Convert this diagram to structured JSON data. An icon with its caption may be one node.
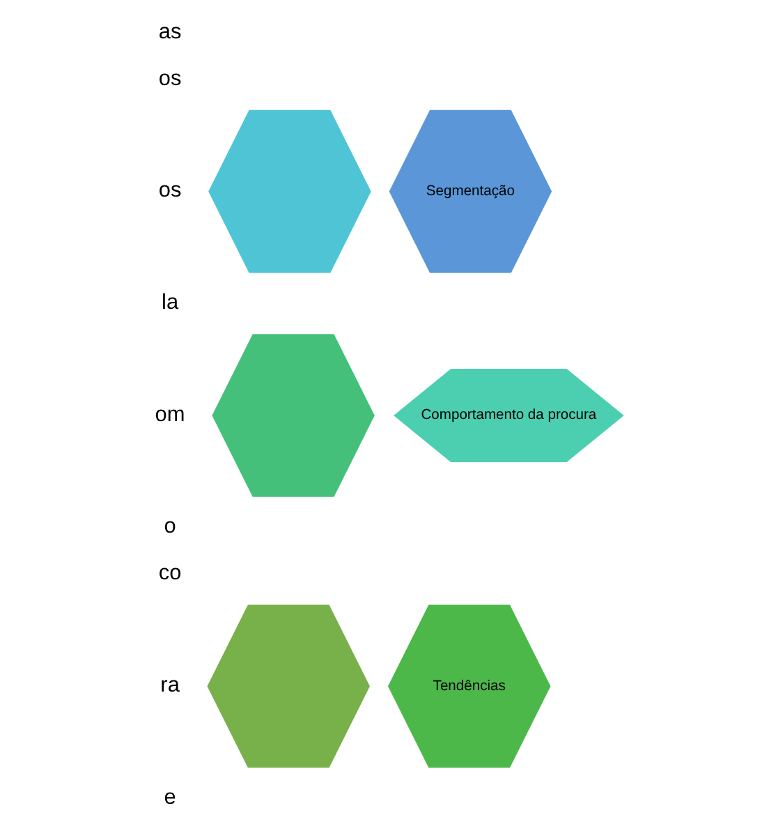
{
  "diagram": {
    "nodes": [
      {
        "text": [],
        "shape": "hexagon"
      },
      {
        "text": [
          "Segmentação"
        ]
      },
      {
        "text": [],
        "shape": "hexagon"
      },
      {
        "text": [
          "Comportamento da procura"
        ]
      },
      {
        "text": [],
        "shape": "hexagon"
      },
      {
        "text": [
          "Tendências"
        ]
      }
    ],
    "edges": [],
    "labels": [
      "as",
      "os",
      "os",
      "la",
      "om",
      "o",
      "co",
      "ra",
      "e"
    ]
  }
}
